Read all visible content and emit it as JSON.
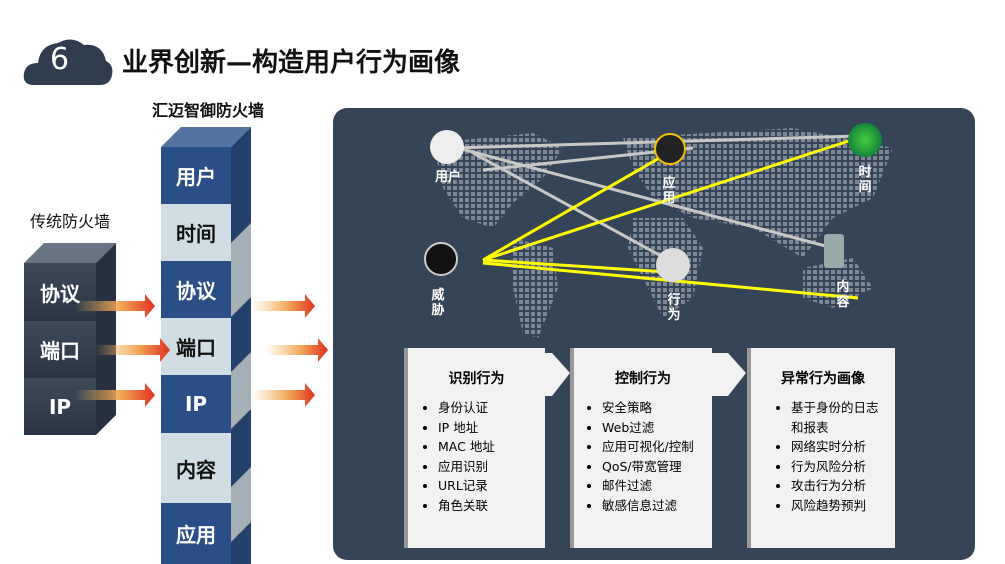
{
  "header": {
    "number": "6",
    "title": "业界创新—构造用户行为画像"
  },
  "traditional": {
    "title": "传统防火墙",
    "blocks": [
      "协议",
      "端口",
      "IP"
    ]
  },
  "huimai": {
    "title": "汇迈智御防火墙",
    "blocks": [
      "用户",
      "时间",
      "协议",
      "端口",
      "IP",
      "内容",
      "应用"
    ]
  },
  "map": {
    "nodes": {
      "user": "用户",
      "app": "应用",
      "time": "时间",
      "threat": "威胁",
      "behavior": "行为",
      "content": "内容"
    }
  },
  "cards": [
    {
      "title": "识别行为",
      "items": [
        "身份认证",
        "IP 地址",
        "MAC 地址",
        "应用识别",
        "URL记录",
        "角色关联"
      ]
    },
    {
      "title": "控制行为",
      "items": [
        "安全策略",
        "Web过滤",
        "应用可视化/控制",
        "QoS/带宽管理",
        "邮件过滤",
        "敏感信息过滤"
      ]
    },
    {
      "title": "异常行为画像",
      "items": [
        "基于身份的日志和报表",
        "网络实时分析",
        "行为风险分析",
        "攻击行为分析",
        "风险趋势预判"
      ]
    }
  ],
  "colors": {
    "panel": "#354456",
    "highlight": "#ffff00",
    "block_blue": "#2a4f86"
  }
}
